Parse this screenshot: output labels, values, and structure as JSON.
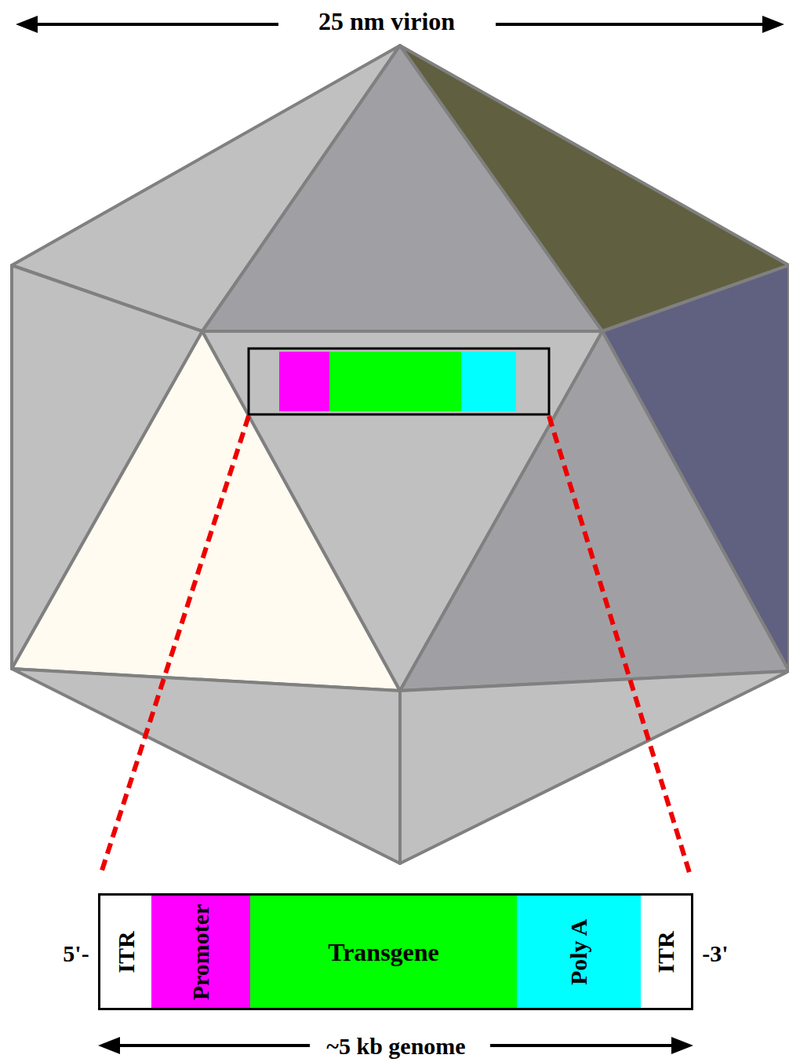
{
  "diagram": {
    "nodes": [
      {
        "text": [
          "ITR"
        ]
      },
      {
        "text": [
          "Promoter"
        ]
      },
      {
        "text": [
          "Transgene"
        ]
      },
      {
        "text": [
          "Poly A"
        ]
      },
      {
        "text": [
          "ITR"
        ]
      }
    ],
    "labels": [
      "25 nm virion",
      "5'-",
      "-3'",
      "~5 kb genome"
    ]
  }
}
